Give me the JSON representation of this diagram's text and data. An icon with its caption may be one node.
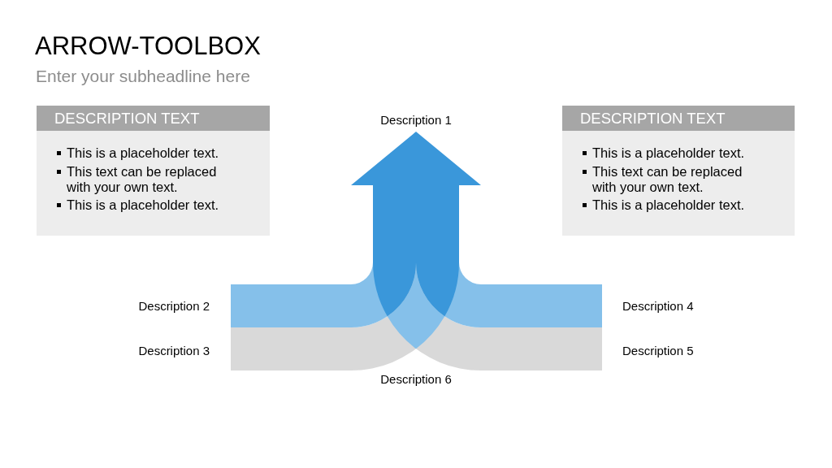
{
  "diagram": {
    "title": "ARROW-TOOLBOX",
    "nodes": [
      {
        "text": [
          "DESCRIPTION TEXT",
          "This is a placeholder text.",
          "This text can be replaced with your own text.",
          "This is a placeholder text."
        ]
      },
      {
        "text": [
          "DESCRIPTION TEXT",
          "This is a placeholder text.",
          "This text can be replaced with your own text.",
          "This is a placeholder text."
        ]
      }
    ],
    "labels": [
      "Enter your subheadline here",
      "Description 1",
      "Description 2",
      "Description 4",
      "Description 3",
      "Description 5",
      "Description 6"
    ]
  }
}
